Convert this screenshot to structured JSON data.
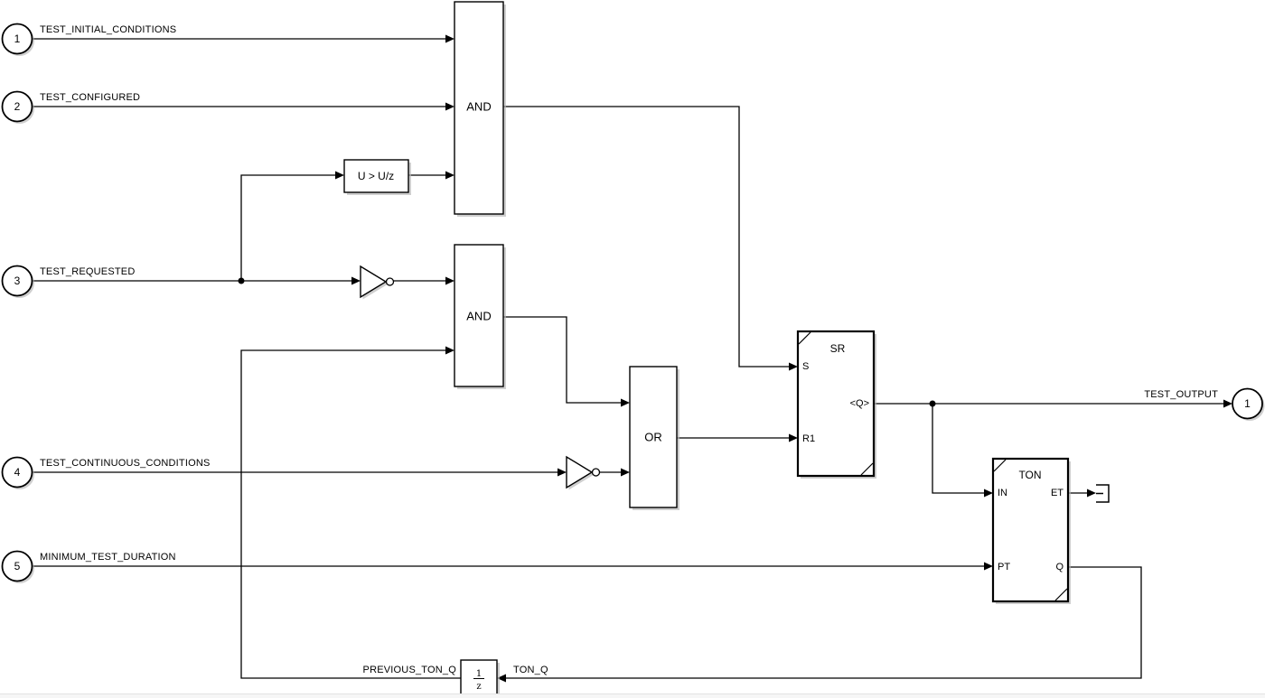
{
  "inports": [
    {
      "number": "1",
      "label": "TEST_INITIAL_CONDITIONS"
    },
    {
      "number": "2",
      "label": "TEST_CONFIGURED"
    },
    {
      "number": "3",
      "label": "TEST_REQUESTED"
    },
    {
      "number": "4",
      "label": "TEST_CONTINUOUS_CONDITIONS"
    },
    {
      "number": "5",
      "label": "MINIMUM_TEST_DURATION"
    }
  ],
  "outport": {
    "number": "1",
    "label": "TEST_OUTPUT"
  },
  "blocks": {
    "and_top": {
      "label": "AND"
    },
    "relational": {
      "label": "U > U/z"
    },
    "and_mid": {
      "label": "AND"
    },
    "or_gate": {
      "label": "OR"
    },
    "sr_flipflop": {
      "title": "SR",
      "input_s": "S",
      "input_r": "R1",
      "output_q": "<Q>"
    },
    "ton_timer": {
      "title": "TON",
      "input_in": "IN",
      "input_pt": "PT",
      "output_et": "ET",
      "output_q": "Q"
    },
    "unit_delay": {
      "numerator": "1",
      "denominator": "z"
    }
  },
  "wire_labels": {
    "previous_ton_q": "PREVIOUS_TON_Q",
    "ton_q": "TON_Q"
  },
  "colors": {
    "stroke": "#000000",
    "background": "#ffffff",
    "shadow": "#b5b5b5"
  }
}
